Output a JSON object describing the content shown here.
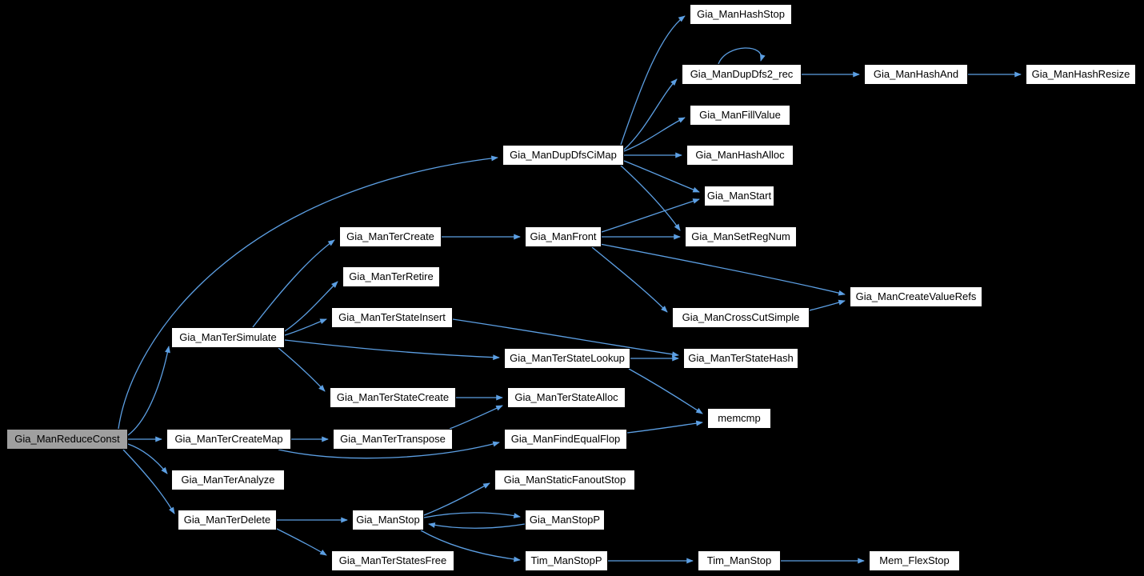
{
  "diagram": {
    "type": "call-graph",
    "root": "Gia_ManReduceConst",
    "colors": {
      "background": "#000000",
      "node_fill": "#ffffff",
      "node_border": "#000000",
      "root_fill": "#9f9f9f",
      "edge": "#5c9fe3",
      "text": "#000000"
    },
    "nodes": {
      "hashstop": {
        "label": "Gia_ManHashStop"
      },
      "dupdfs2rec": {
        "label": "Gia_ManDupDfs2_rec"
      },
      "hashand": {
        "label": "Gia_ManHashAnd"
      },
      "hashresize": {
        "label": "Gia_ManHashResize"
      },
      "fillvalue": {
        "label": "Gia_ManFillValue"
      },
      "dupdfscimap": {
        "label": "Gia_ManDupDfsCiMap"
      },
      "hashalloc": {
        "label": "Gia_ManHashAlloc"
      },
      "start": {
        "label": "Gia_ManStart"
      },
      "tercreate": {
        "label": "Gia_ManTerCreate"
      },
      "front": {
        "label": "Gia_ManFront"
      },
      "setregnum": {
        "label": "Gia_ManSetRegNum"
      },
      "terretire": {
        "label": "Gia_ManTerRetire"
      },
      "createvaluerefs": {
        "label": "Gia_ManCreateValueRefs"
      },
      "terstateinsert": {
        "label": "Gia_ManTerStateInsert"
      },
      "crosscutsimple": {
        "label": "Gia_ManCrossCutSimple"
      },
      "tersimulate": {
        "label": "Gia_ManTerSimulate"
      },
      "terstatelookup": {
        "label": "Gia_ManTerStateLookup"
      },
      "terstatehash": {
        "label": "Gia_ManTerStateHash"
      },
      "terstatecreate": {
        "label": "Gia_ManTerStateCreate"
      },
      "terstatealloc": {
        "label": "Gia_ManTerStateAlloc"
      },
      "memcmp": {
        "label": "memcmp"
      },
      "reduceconst": {
        "label": "Gia_ManReduceConst"
      },
      "tercreatemap": {
        "label": "Gia_ManTerCreateMap"
      },
      "tertranspose": {
        "label": "Gia_ManTerTranspose"
      },
      "findequalflop": {
        "label": "Gia_ManFindEqualFlop"
      },
      "teranalyze": {
        "label": "Gia_ManTerAnalyze"
      },
      "staticfanoutstop": {
        "label": "Gia_ManStaticFanoutStop"
      },
      "terdelete": {
        "label": "Gia_ManTerDelete"
      },
      "stop": {
        "label": "Gia_ManStop"
      },
      "stopp": {
        "label": "Gia_ManStopP"
      },
      "terstatesfree": {
        "label": "Gia_ManTerStatesFree"
      },
      "timstopp": {
        "label": "Tim_ManStopP"
      },
      "timstop": {
        "label": "Tim_ManStop"
      },
      "memflexstop": {
        "label": "Mem_FlexStop"
      }
    },
    "edges": [
      {
        "from": "Gia_ManReduceConst",
        "to": "Gia_ManDupDfsCiMap"
      },
      {
        "from": "Gia_ManReduceConst",
        "to": "Gia_ManTerSimulate"
      },
      {
        "from": "Gia_ManReduceConst",
        "to": "Gia_ManTerCreateMap"
      },
      {
        "from": "Gia_ManReduceConst",
        "to": "Gia_ManTerAnalyze"
      },
      {
        "from": "Gia_ManReduceConst",
        "to": "Gia_ManTerDelete"
      },
      {
        "from": "Gia_ManDupDfsCiMap",
        "to": "Gia_ManHashStop"
      },
      {
        "from": "Gia_ManDupDfsCiMap",
        "to": "Gia_ManDupDfs2_rec"
      },
      {
        "from": "Gia_ManDupDfsCiMap",
        "to": "Gia_ManFillValue"
      },
      {
        "from": "Gia_ManDupDfsCiMap",
        "to": "Gia_ManHashAlloc"
      },
      {
        "from": "Gia_ManDupDfsCiMap",
        "to": "Gia_ManStart"
      },
      {
        "from": "Gia_ManDupDfsCiMap",
        "to": "Gia_ManSetRegNum"
      },
      {
        "from": "Gia_ManDupDfs2_rec",
        "to": "Gia_ManDupDfs2_rec"
      },
      {
        "from": "Gia_ManDupDfs2_rec",
        "to": "Gia_ManHashAnd"
      },
      {
        "from": "Gia_ManHashAnd",
        "to": "Gia_ManHashResize"
      },
      {
        "from": "Gia_ManTerSimulate",
        "to": "Gia_ManTerCreate"
      },
      {
        "from": "Gia_ManTerSimulate",
        "to": "Gia_ManTerRetire"
      },
      {
        "from": "Gia_ManTerSimulate",
        "to": "Gia_ManTerStateInsert"
      },
      {
        "from": "Gia_ManTerSimulate",
        "to": "Gia_ManTerStateLookup"
      },
      {
        "from": "Gia_ManTerSimulate",
        "to": "Gia_ManTerStateCreate"
      },
      {
        "from": "Gia_ManTerCreate",
        "to": "Gia_ManFront"
      },
      {
        "from": "Gia_ManFront",
        "to": "Gia_ManStart"
      },
      {
        "from": "Gia_ManFront",
        "to": "Gia_ManSetRegNum"
      },
      {
        "from": "Gia_ManFront",
        "to": "Gia_ManCrossCutSimple"
      },
      {
        "from": "Gia_ManFront",
        "to": "Gia_ManCreateValueRefs"
      },
      {
        "from": "Gia_ManCrossCutSimple",
        "to": "Gia_ManCreateValueRefs"
      },
      {
        "from": "Gia_ManTerStateInsert",
        "to": "Gia_ManTerStateHash"
      },
      {
        "from": "Gia_ManTerStateLookup",
        "to": "Gia_ManTerStateHash"
      },
      {
        "from": "Gia_ManTerStateLookup",
        "to": "memcmp"
      },
      {
        "from": "Gia_ManTerStateCreate",
        "to": "Gia_ManTerStateAlloc"
      },
      {
        "from": "Gia_ManTerTranspose",
        "to": "Gia_ManTerStateAlloc"
      },
      {
        "from": "Gia_ManTerCreateMap",
        "to": "Gia_ManTerTranspose"
      },
      {
        "from": "Gia_ManTerCreateMap",
        "to": "Gia_ManFindEqualFlop"
      },
      {
        "from": "Gia_ManFindEqualFlop",
        "to": "memcmp"
      },
      {
        "from": "Gia_ManTerDelete",
        "to": "Gia_ManStop"
      },
      {
        "from": "Gia_ManTerDelete",
        "to": "Gia_ManTerStatesFree"
      },
      {
        "from": "Gia_ManStop",
        "to": "Gia_ManStaticFanoutStop"
      },
      {
        "from": "Gia_ManStop",
        "to": "Gia_ManStopP"
      },
      {
        "from": "Gia_ManStopP",
        "to": "Gia_ManStop"
      },
      {
        "from": "Gia_ManStop",
        "to": "Tim_ManStopP"
      },
      {
        "from": "Tim_ManStopP",
        "to": "Tim_ManStop"
      },
      {
        "from": "Tim_ManStop",
        "to": "Mem_FlexStop"
      }
    ]
  }
}
